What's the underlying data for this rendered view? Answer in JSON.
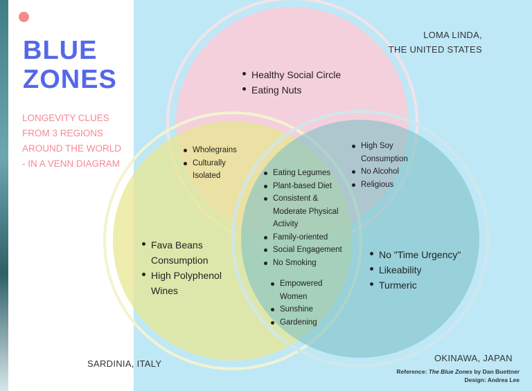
{
  "header": {
    "title_line1": "BLUE",
    "title_line2": "ZONES",
    "subtitle_lines": [
      "LONGEVITY CLUES",
      "FROM 3 REGIONS",
      "AROUND THE WORLD",
      "- IN A VENN DIAGRAM"
    ]
  },
  "regions": {
    "loma_linda_line1": "LOMA LINDA,",
    "loma_linda_line2": "THE UNITED STATES",
    "sardinia": "SARDINIA, ITALY",
    "okinawa": "OKINAWA, JAPAN"
  },
  "colors": {
    "loma_linda": "#f9cdd8",
    "sardinia": "#e8e792",
    "okinawa": "#7fc2c7",
    "title": "#5468e8",
    "subtitle": "#f48a92",
    "background_panel": "#bfe8f7"
  },
  "sets": {
    "loma_linda_only": [
      "Healthy Social Circle",
      "Eating Nuts"
    ],
    "loma_linda_sardinia": [
      "Wholegrains",
      "Culturally Isolated"
    ],
    "loma_linda_okinawa": [
      "High Soy Consumption",
      "No Alcohol",
      "Religious"
    ],
    "all_three": [
      "Eating Legumes",
      "Plant-based Diet",
      "Consistent & Moderate Physical Activity",
      "Family-oriented",
      "Social Engagement",
      "No Smoking"
    ],
    "sardinia_okinawa": [
      "Empowered Women",
      "Sunshine",
      "Gardening"
    ],
    "sardinia_only": [
      "Fava Beans Consumption",
      "High Polyphenol Wines"
    ],
    "okinawa_only": [
      "No \"Time Urgency\"",
      "Likeability",
      "Turmeric"
    ]
  },
  "reference": {
    "prefix": "Reference: ",
    "book": "The Blue Zones",
    "suffix": " by Dan Buettner",
    "design": "Design: Andrea Lee"
  }
}
